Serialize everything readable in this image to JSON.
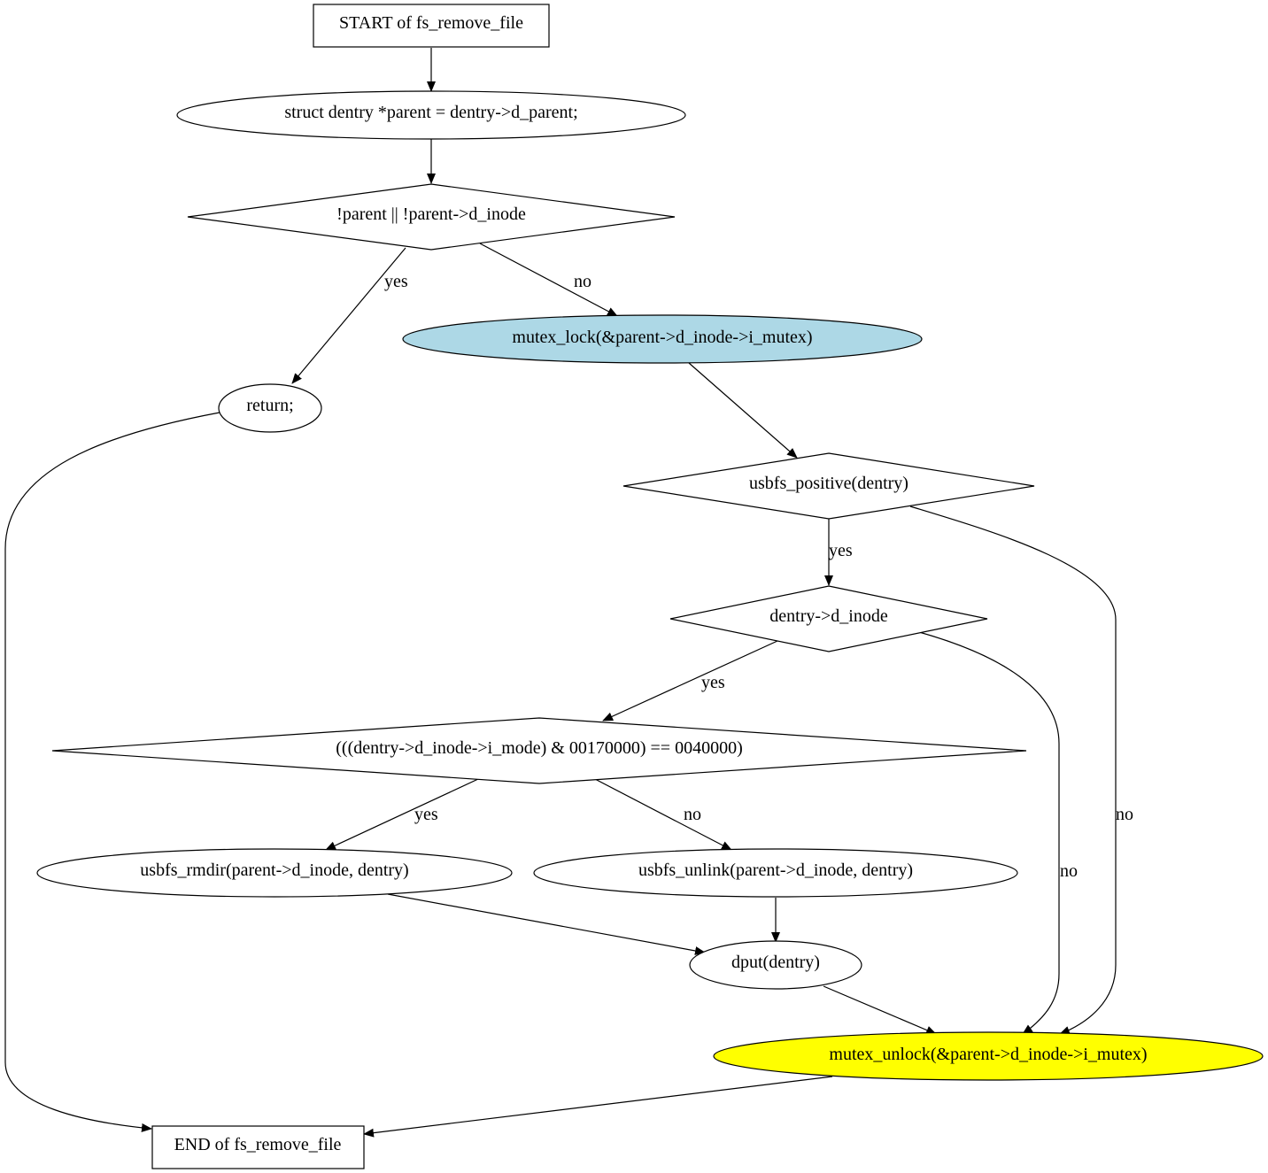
{
  "nodes": {
    "start": "START of fs_remove_file",
    "parent_decl": "struct dentry *parent = dentry->d_parent;",
    "cond_parent": "!parent || !parent->d_inode",
    "return": "return;",
    "mutex_lock": "mutex_lock(&parent->d_inode->i_mutex)",
    "cond_positive": "usbfs_positive(dentry)",
    "cond_inode": "dentry->d_inode",
    "cond_mode": "(((dentry->d_inode->i_mode) & 00170000) == 0040000)",
    "rmdir": "usbfs_rmdir(parent->d_inode, dentry)",
    "unlink": "usbfs_unlink(parent->d_inode, dentry)",
    "dput": "dput(dentry)",
    "mutex_unlock": "mutex_unlock(&parent->d_inode->i_mutex)",
    "end": "END of fs_remove_file"
  },
  "edges": {
    "parent_yes": "yes",
    "parent_no": "no",
    "positive_yes": "yes",
    "positive_no": "no",
    "inode_yes": "yes",
    "inode_no": "no",
    "mode_yes": "yes",
    "mode_no": "no"
  },
  "colors": {
    "mutex_lock_fill": "#add8e6",
    "mutex_unlock_fill": "#ffff00",
    "default_fill": "#ffffff"
  }
}
